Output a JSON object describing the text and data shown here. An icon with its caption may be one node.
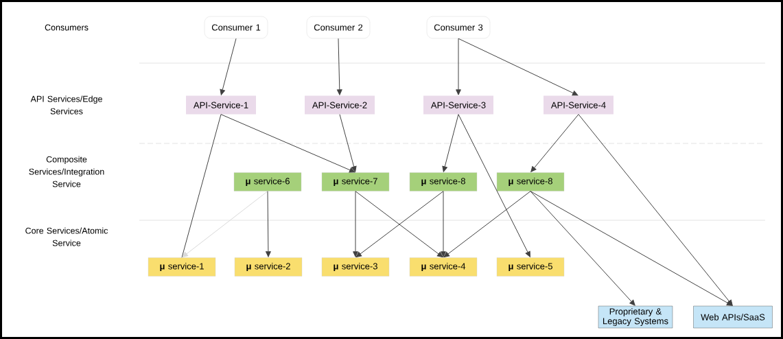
{
  "diagram": {
    "nodes": [
      {
        "text": [
          "Consumer 1"
        ]
      },
      {
        "text": [
          "Consumer 2"
        ]
      },
      {
        "text": [
          "Consumer 3"
        ]
      },
      {
        "text": [
          "API-Service-1"
        ]
      },
      {
        "text": [
          "API-Service-2"
        ]
      },
      {
        "text": [
          "API-Service-3"
        ]
      },
      {
        "text": [
          "API-Service-4"
        ]
      },
      {
        "text": [
          "**μ** service-6"
        ]
      },
      {
        "text": [
          "**μ** service-7"
        ]
      },
      {
        "text": [
          "**μ**  service-8"
        ]
      },
      {
        "text": [
          "**μ**  service-8"
        ]
      },
      {
        "text": [
          "**μ** service-1"
        ]
      },
      {
        "text": [
          "**μ** service-2"
        ]
      },
      {
        "text": [
          "**μ** service-3"
        ]
      },
      {
        "text": [
          "**μ** service-4"
        ]
      },
      {
        "text": [
          "**μ** service-5"
        ]
      },
      {
        "text": [
          "Proprietary & Legacy Systems"
        ]
      },
      {
        "text": [
          "Web APIs/SaaS"
        ]
      }
    ],
    "edges": [
      {
        "from": 0,
        "to": 3,
        "arrow": "to"
      },
      {
        "from": 1,
        "to": 4,
        "arrow": "to"
      },
      {
        "from": 2,
        "to": 5,
        "arrow": "to"
      },
      {
        "from": 2,
        "to": 6,
        "arrow": "to"
      },
      {
        "from": 3,
        "to": 11,
        "arrow": "none"
      },
      {
        "from": 3,
        "to": 8,
        "arrow": "to"
      },
      {
        "from": 4,
        "to": 8,
        "arrow": "to"
      },
      {
        "from": 5,
        "to": 9,
        "arrow": "to"
      },
      {
        "from": 5,
        "to": 15,
        "arrow": "to"
      },
      {
        "from": 6,
        "to": 10,
        "arrow": "to"
      },
      {
        "from": 6,
        "to": 17,
        "arrow": "to"
      },
      {
        "from": 7,
        "to": 11,
        "arrow": "to",
        "color": "#d9d9d9"
      },
      {
        "from": 7,
        "to": 12,
        "arrow": "to"
      },
      {
        "from": 8,
        "to": 13,
        "arrow": "to"
      },
      {
        "from": 8,
        "to": 14,
        "arrow": "to"
      },
      {
        "from": 9,
        "to": 13,
        "arrow": "to"
      },
      {
        "from": 9,
        "to": 14,
        "arrow": "to"
      },
      {
        "from": 10,
        "to": 14,
        "arrow": "to"
      },
      {
        "from": 10,
        "to": 16,
        "arrow": "to"
      },
      {
        "from": 10,
        "to": 17,
        "arrow": "to"
      }
    ],
    "labels": [
      "Consumers",
      "API Services/Edge Services",
      "Composite Services/Integration Service",
      "Core Services/Atomic Service"
    ]
  }
}
